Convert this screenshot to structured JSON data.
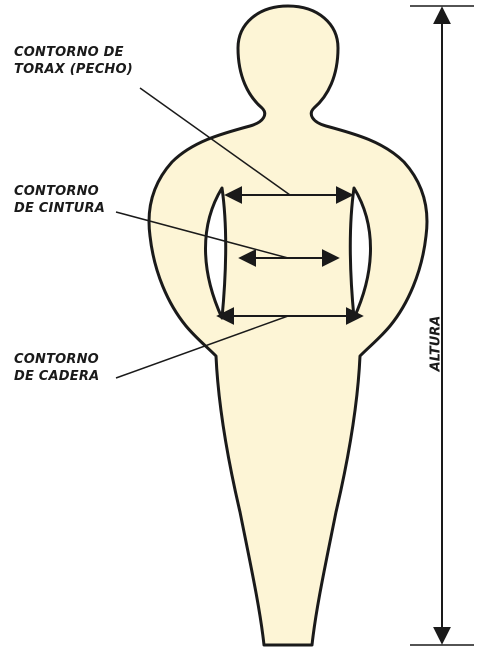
{
  "labels": {
    "torax_line1": "CONTORNO DE",
    "torax_line2": "TORAX (PECHO)",
    "cintura_line1": "CONTORNO",
    "cintura_line2": "DE CINTURA",
    "cadera_line1": "CONTORNO",
    "cadera_line2": "DE CADERA",
    "altura": "ALTURA"
  },
  "colors": {
    "body_fill": "#fdf5d6",
    "outline": "#1a1a1a"
  }
}
